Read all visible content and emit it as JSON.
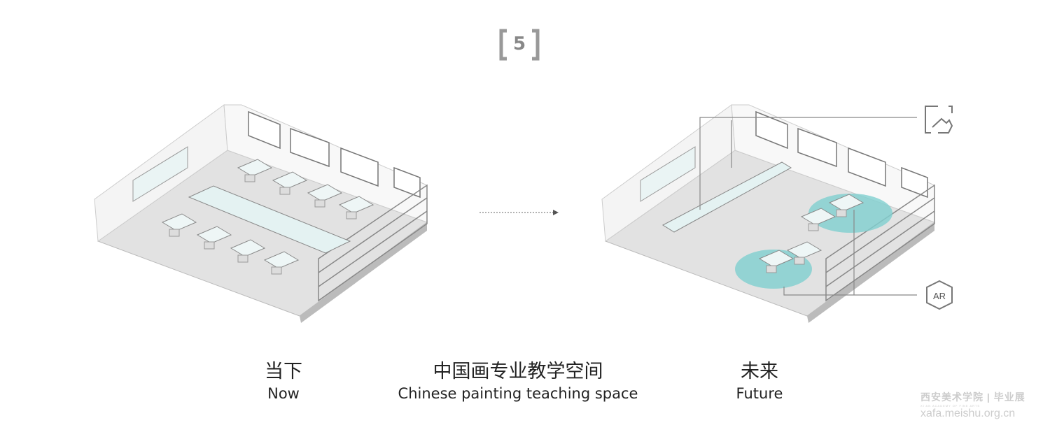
{
  "marker": {
    "number": "5"
  },
  "labels": {
    "now": {
      "zh": "当下",
      "en": "Now"
    },
    "title": {
      "zh": "中国画专业教学空间",
      "en": "Chinese painting teaching space"
    },
    "future": {
      "zh": "未来",
      "en": "Future"
    }
  },
  "callouts": [
    {
      "icon": "touch-hand-icon"
    },
    {
      "icon": "ar-hexagon-icon",
      "text": "AR"
    }
  ],
  "watermark": {
    "name": "西安美术学院",
    "sub": "XI'AN ACADEMY OF FINE ARTS",
    "tag": "毕业展",
    "url": "xafa.meishu.org.cn"
  },
  "colors": {
    "accent": "#7fcfcf",
    "line": "#888888"
  }
}
